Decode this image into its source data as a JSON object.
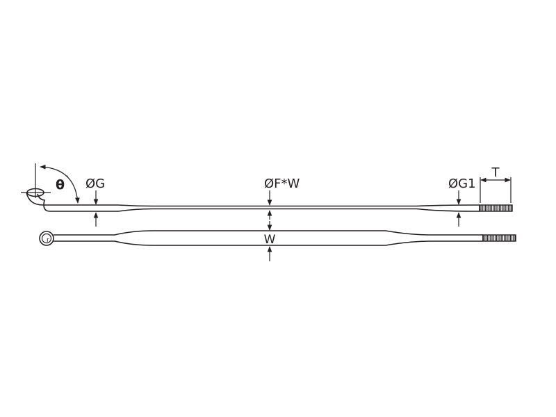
{
  "labels": {
    "angle": "θ",
    "angle_unit": "°",
    "dia_g": "ØG",
    "dia_fw": "ØF*W",
    "dia_g1": "ØG1",
    "thread": "T",
    "width": "W",
    "radius": "r"
  },
  "colors": {
    "line": "#231f20",
    "background": "#ffffff"
  }
}
